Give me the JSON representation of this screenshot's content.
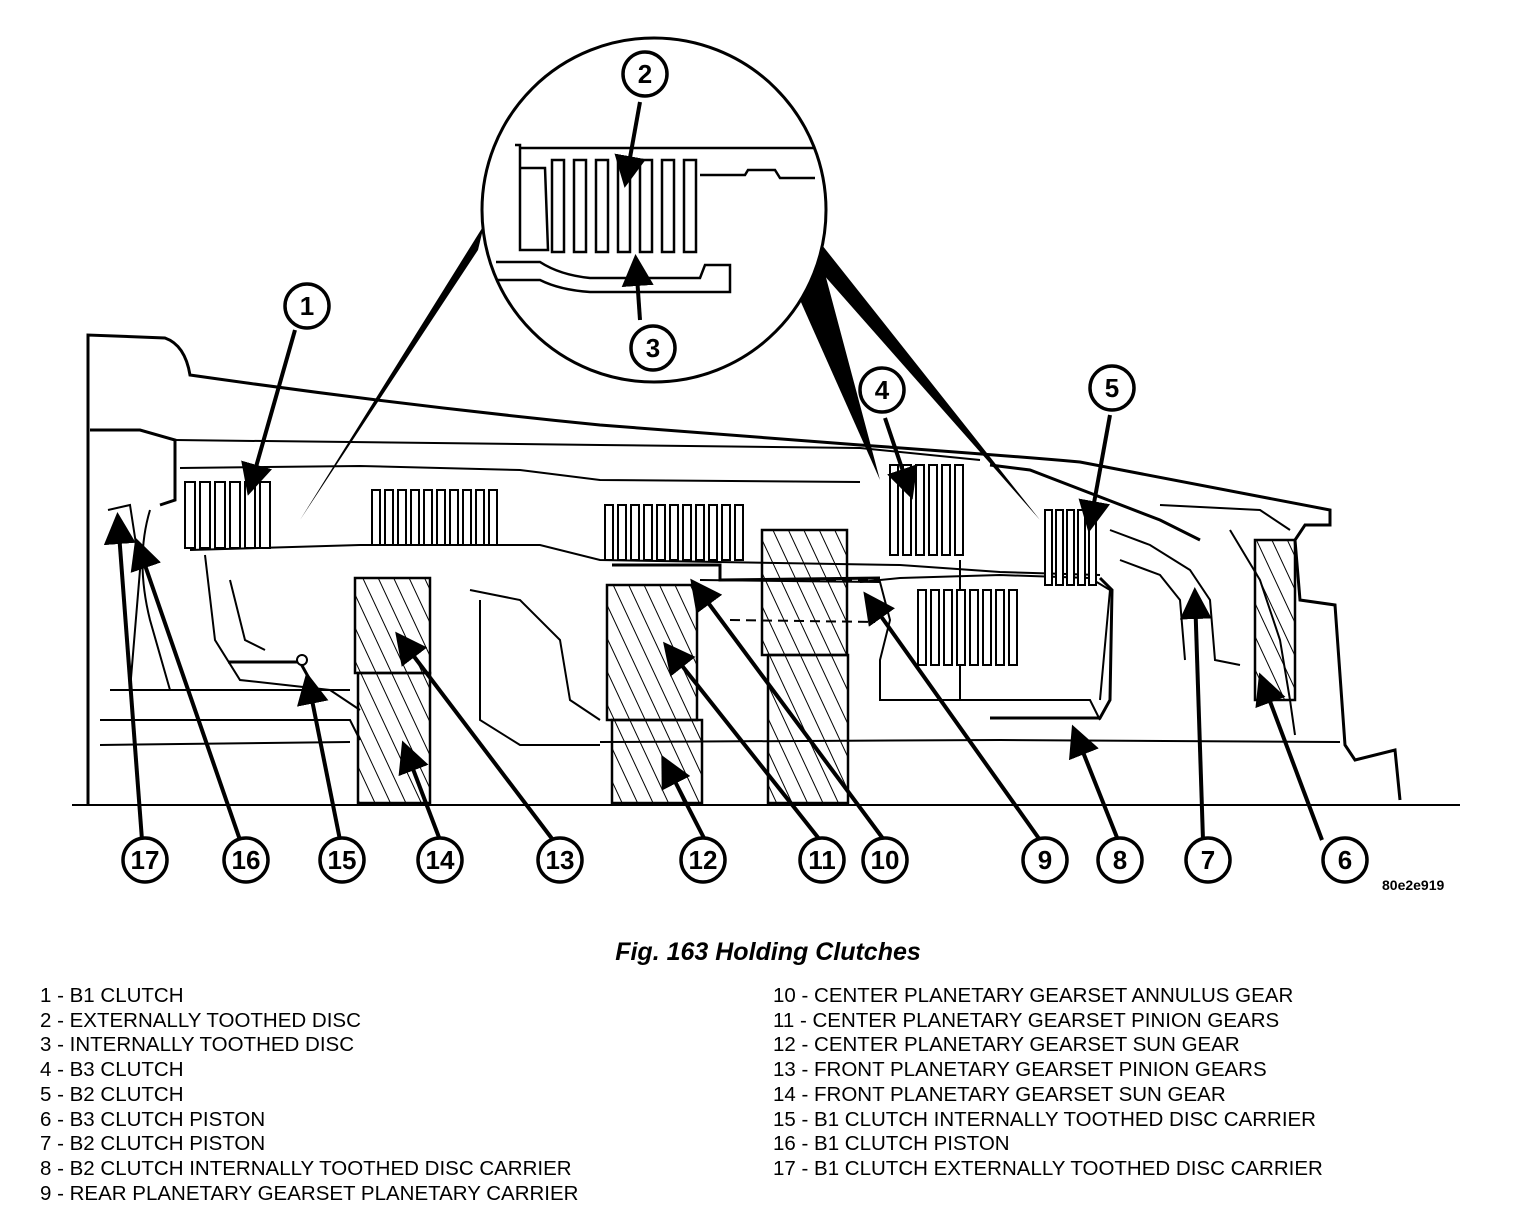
{
  "figure": {
    "caption": "Fig. 163 Holding Clutches",
    "reference_code": "80e2e919"
  },
  "callouts": [
    "1",
    "2",
    "3",
    "4",
    "5",
    "6",
    "7",
    "8",
    "9",
    "10",
    "11",
    "12",
    "13",
    "14",
    "15",
    "16",
    "17"
  ],
  "legend": {
    "left": [
      "1 - B1 CLUTCH",
      "2 - EXTERNALLY TOOTHED DISC",
      "3 - INTERNALLY TOOTHED DISC",
      "4 - B3 CLUTCH",
      "5 - B2 CLUTCH",
      "6 - B3 CLUTCH PISTON",
      "7 - B2 CLUTCH PISTON",
      "8 - B2 CLUTCH INTERNALLY TOOTHED DISC CARRIER",
      "9 - REAR PLANETARY GEARSET PLANETARY CARRIER"
    ],
    "right": [
      "10 - CENTER PLANETARY GEARSET ANNULUS GEAR",
      "11 - CENTER PLANETARY GEARSET PINION GEARS",
      "12 - CENTER PLANETARY GEARSET SUN GEAR",
      "13 - FRONT PLANETARY GEARSET PINION GEARS",
      "14 - FRONT PLANETARY GEARSET SUN GEAR",
      "15 - B1 CLUTCH INTERNALLY TOOTHED DISC CARRIER",
      "16 - B1 CLUTCH PISTON",
      "17 - B1 CLUTCH EXTERNALLY TOOTHED DISC CARRIER"
    ]
  }
}
